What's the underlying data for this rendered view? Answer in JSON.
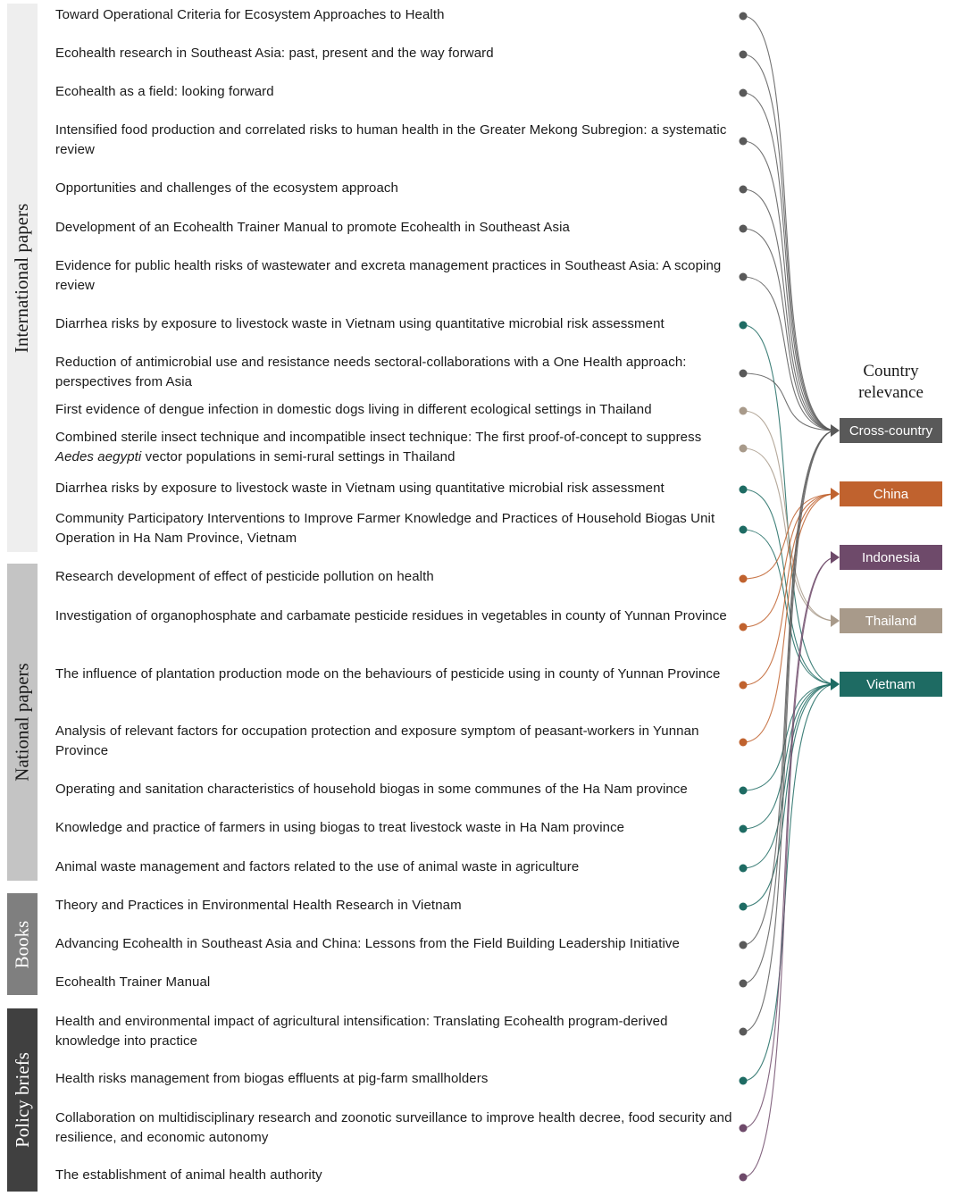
{
  "legend": {
    "title": "Country relevance"
  },
  "categories": [
    {
      "label": "International papers",
      "color": "#eeeeee",
      "text_color": "#1a1a1a"
    },
    {
      "label": "National papers",
      "color": "#c4c4c4",
      "text_color": "#1a1a1a"
    },
    {
      "label": "Books",
      "color": "#7f7f7f",
      "text_color": "#ffffff"
    },
    {
      "label": "Policy briefs",
      "color": "#404040",
      "text_color": "#ffffff"
    }
  ],
  "countries": [
    {
      "key": "cross",
      "label": "Cross-country",
      "color": "#595959"
    },
    {
      "key": "china",
      "label": "China",
      "color": "#c0622e"
    },
    {
      "key": "indonesia",
      "label": "Indonesia",
      "color": "#6e4a6a"
    },
    {
      "key": "thailand",
      "label": "Thailand",
      "color": "#a89a8a"
    },
    {
      "key": "vietnam",
      "label": "Vietnam",
      "color": "#1e6b63"
    }
  ],
  "items": [
    {
      "category": "International papers",
      "title": "Toward Operational Criteria for Ecosystem Approaches to Health",
      "country": "cross"
    },
    {
      "category": "International papers",
      "title": "Ecohealth research in Southeast Asia: past, present and the way forward",
      "country": "cross"
    },
    {
      "category": "International papers",
      "title": "Ecohealth as a field: looking forward",
      "country": "cross"
    },
    {
      "category": "International papers",
      "title": "Intensified food production and correlated risks to human health in the Greater Mekong Subregion: a systematic review",
      "country": "cross"
    },
    {
      "category": "International papers",
      "title": "Opportunities and challenges of the ecosystem approach",
      "country": "cross"
    },
    {
      "category": "International papers",
      "title": "Development of an Ecohealth Trainer Manual to promote Ecohealth in Southeast Asia",
      "country": "cross"
    },
    {
      "category": "International papers",
      "title": "Evidence for public health risks of wastewater and excreta management practices in Southeast Asia: A scoping review",
      "country": "cross"
    },
    {
      "category": "International papers",
      "title": "Diarrhea risks by exposure to livestock waste in Vietnam using quantitative microbial risk assessment",
      "country": "vietnam"
    },
    {
      "category": "International papers",
      "title": "Reduction of antimicrobial use and resistance needs sectoral-collaborations with a One Health approach: perspectives from Asia",
      "country": "cross"
    },
    {
      "category": "International papers",
      "title": "First evidence of dengue infection in domestic dogs living in different ecological settings in Thailand",
      "country": "thailand"
    },
    {
      "category": "International papers",
      "title_before": "Combined sterile insect technique and incompatible insect technique: The first proof-of-concept to suppress ",
      "title_italic": "Aedes aegypti",
      "title_after": " vector populations in semi-rural settings in Thailand",
      "country": "thailand"
    },
    {
      "category": "International papers",
      "title": "Diarrhea risks by exposure to livestock waste in Vietnam using quantitative microbial risk assessment",
      "country": "vietnam"
    },
    {
      "category": "International papers",
      "title": "Community Participatory Interventions to Improve Farmer Knowledge and Practices of Household Biogas Unit Operation in Ha Nam Province, Vietnam",
      "country": "vietnam"
    },
    {
      "category": "National papers",
      "title": "Research development of effect of pesticide pollution on health",
      "country": "china"
    },
    {
      "category": "National papers",
      "title": "Investigation of organophosphate and carbamate pesticide residues in vegetables in county of Yunnan Province",
      "country": "china"
    },
    {
      "category": "National papers",
      "title": "The influence of plantation production mode on the behaviours of pesticide using in county of Yunnan Province",
      "country": "china"
    },
    {
      "category": "National papers",
      "title": "Analysis of relevant factors for occupation protection and exposure symptom of peasant-workers in Yunnan Province",
      "country": "china"
    },
    {
      "category": "National papers",
      "title": "Operating and sanitation characteristics of household biogas in some communes of the Ha Nam province",
      "country": "vietnam"
    },
    {
      "category": "National papers",
      "title": "Knowledge and practice of farmers in using biogas to treat livestock waste in Ha Nam province",
      "country": "vietnam"
    },
    {
      "category": "National papers",
      "title": "Animal waste management and factors related to the use of animal waste in agriculture",
      "country": "vietnam"
    },
    {
      "category": "Books",
      "title": "Theory and Practices in Environmental Health Research in Vietnam",
      "country": "vietnam"
    },
    {
      "category": "Books",
      "title": "Advancing Ecohealth in Southeast Asia and China: Lessons from the Field Building Leadership Initiative",
      "country": "cross"
    },
    {
      "category": "Books",
      "title": "Ecohealth Trainer Manual",
      "country": "cross"
    },
    {
      "category": "Policy briefs",
      "title": "Health and environmental impact of agricultural intensification: Translating Ecohealth program-derived knowledge into practice",
      "country": "cross"
    },
    {
      "category": "Policy briefs",
      "title": "Health risks management from biogas effluents at pig-farm smallholders",
      "country": "vietnam"
    },
    {
      "category": "Policy briefs",
      "title": "Collaboration on multidisciplinary research and zoonotic surveillance to improve health decree, food security and resilience, and economic autonomy",
      "country": "indonesia"
    },
    {
      "category": "Policy briefs",
      "title": "The establishment of animal health authority",
      "country": "indonesia"
    }
  ]
}
